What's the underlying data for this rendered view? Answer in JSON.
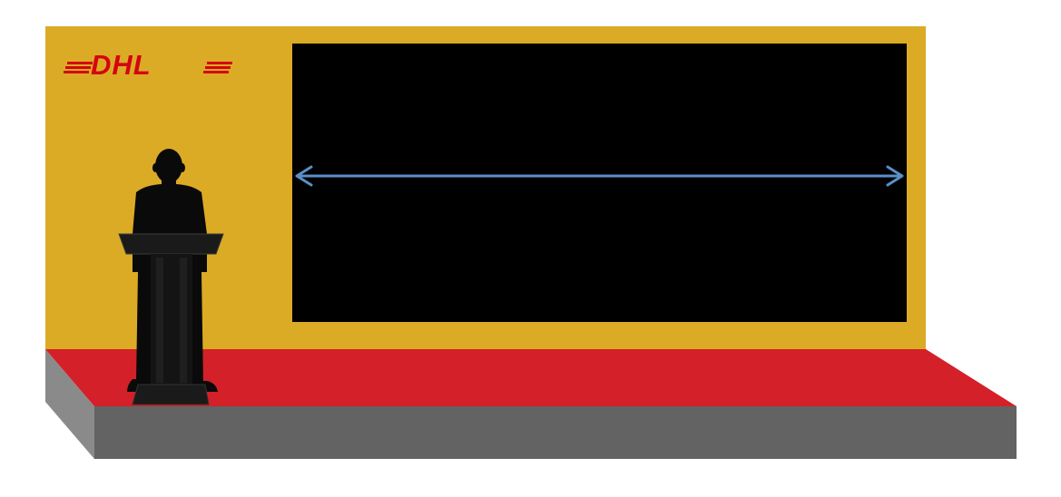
{
  "brand": {
    "logo_text": "DHL",
    "logo_color": "#d40511"
  },
  "colors": {
    "backdrop": "#dcab25",
    "stage_floor": "#d42028",
    "stage_front": "#636363",
    "stage_side": "#8a8a8a",
    "screen": "#000000",
    "arrow": "#5b8fc9",
    "silhouette": "#0a0a0a",
    "podium": "#141414"
  },
  "elements": {
    "screen": "display-screen",
    "arrow": "screen-width-arrow",
    "person": "speaker-silhouette",
    "podium": "lectern"
  }
}
